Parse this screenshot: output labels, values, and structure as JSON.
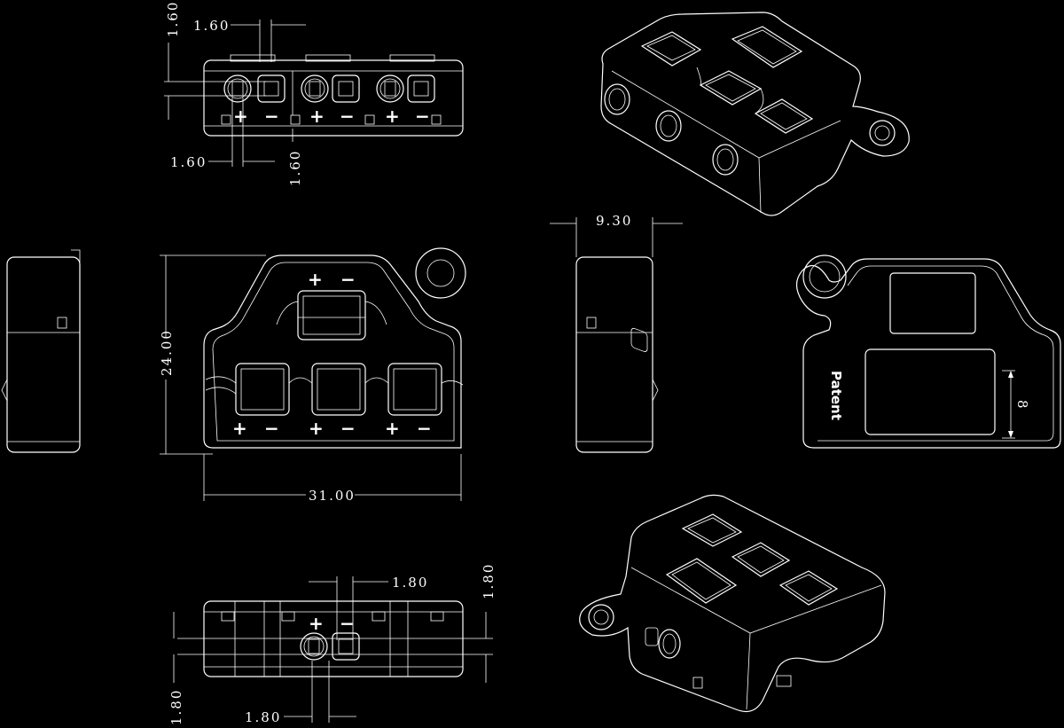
{
  "dimensions": {
    "front_pin_width": "1.60",
    "front_pin_height": "1.60",
    "front_pin_width_bottom": "1.60",
    "front_pin_height_bottom": "1.60",
    "top_height": "24.00",
    "top_width": "31.00",
    "side_depth": "9.30",
    "bottom_pin_width_top": "1.80",
    "bottom_pin_height_top": "1.80",
    "bottom_pin_height_left": "1.80",
    "bottom_pin_width_bottom": "1.80",
    "back_label_dim": "8"
  },
  "symbols": {
    "plus": "+",
    "minus": "−"
  },
  "back_label": "Patent"
}
